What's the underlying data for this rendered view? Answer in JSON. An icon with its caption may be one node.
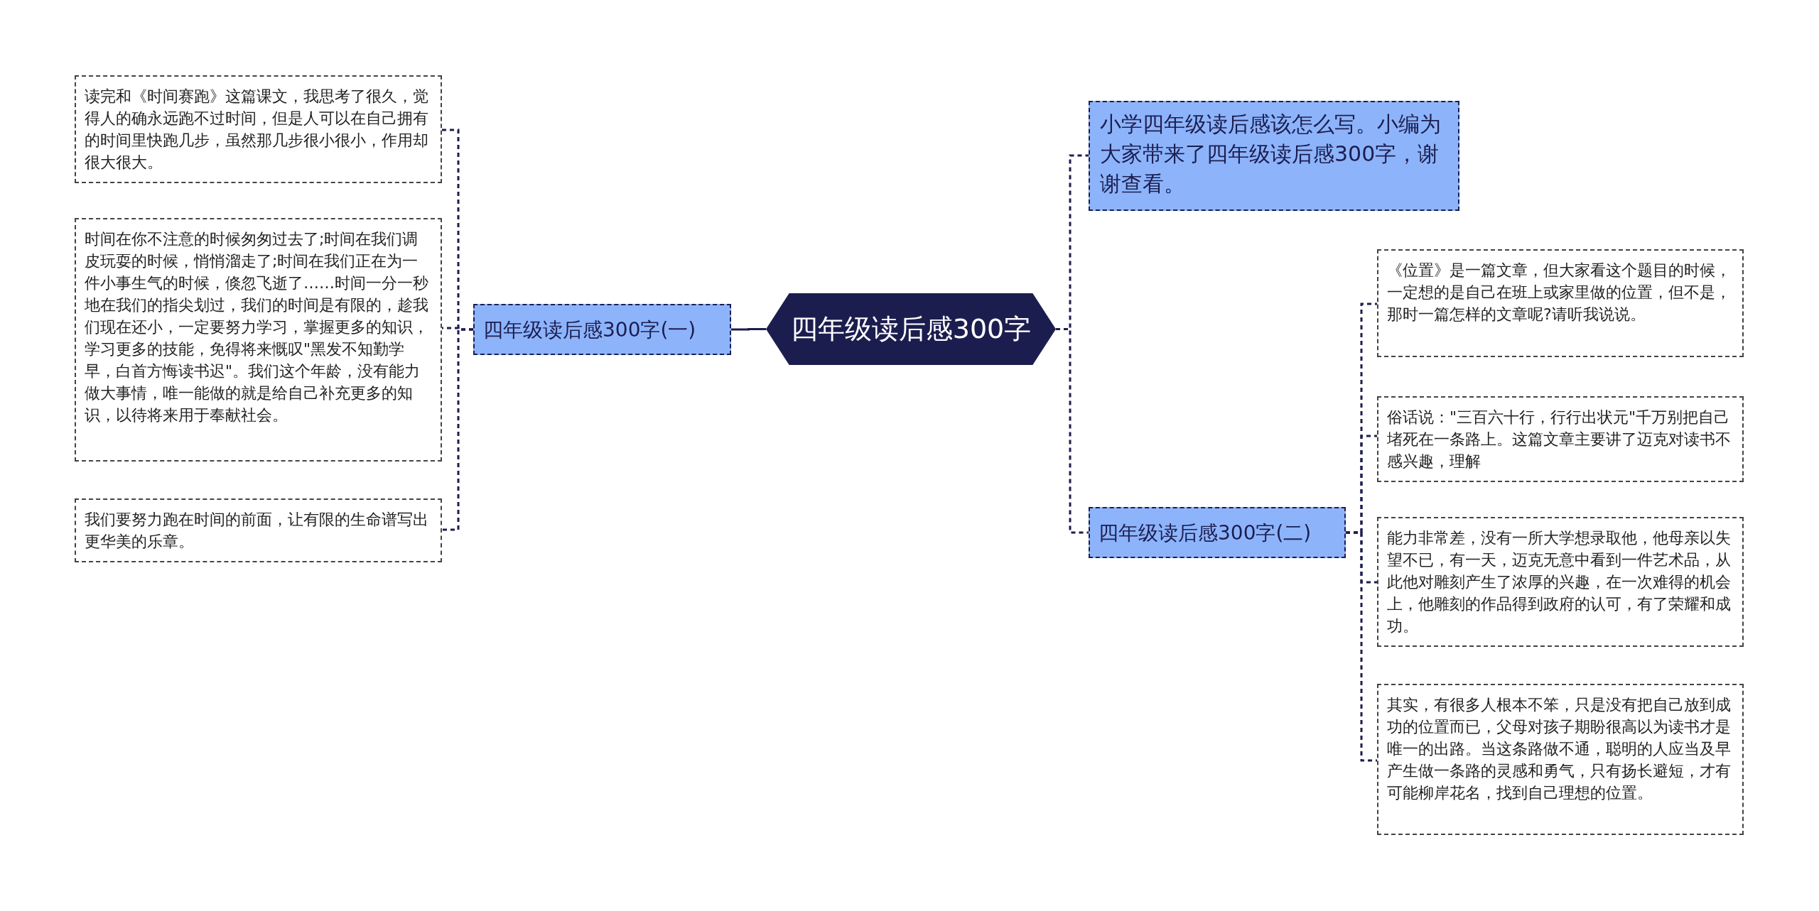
{
  "diagram": {
    "nodes": [
      {
        "text": [
          "四年级读后感300字"
        ]
      },
      {
        "text": [
          "四年级读后感300字(一)"
        ]
      },
      {
        "text": [
          "读完和《时间赛跑》这篇课文，我思考了很久，觉得人的确永远跑不过时间，但是人可以在自己拥有的时间里快跑几步，虽然那几步很小很小，作用却很大很大。"
        ]
      },
      {
        "text": [
          "时间在你不注意的时候匆匆过去了;时间在我们调皮玩耍的时候，悄悄溜走了;时间在我们正在为一件小事生气的时候，倏忽飞逝了……时间一分一秒地在我们的指尖划过，我们的时间是有限的，趁我们现在还小，一定要努力学习，掌握更多的知识，学习更多的技能，免得将来慨叹\"黑发不知勤学早，白首方悔读书迟\"。我们这个年龄，没有能力做大事情，唯一能做的就是给自己补充更多的知识，以待将来用于奉献社会。"
        ]
      },
      {
        "text": [
          "我们要努力跑在时间的前面，让有限的生命谱写出更华美的乐章。"
        ]
      },
      {
        "text": [
          "小学四年级读后感该怎么写。小编为大家带来了四年级读后感300字，谢谢查看。"
        ]
      },
      {
        "text": [
          "四年级读后感300字(二)"
        ]
      },
      {
        "text": [
          "《位置》是一篇文章，但大家看这个题目的时候，一定想的是自己在班上或家里做的位置，但不是，那时一篇怎样的文章呢?请听我说说。"
        ]
      },
      {
        "text": [
          "俗话说：\"三百六十行，行行出状元\"千万别把自己堵死在一条路上。这篇文章主要讲了迈克对读书不感兴趣，理解"
        ]
      },
      {
        "text": [
          "能力非常差，没有一所大学想录取他，他母亲以失望不已，有一天，迈克无意中看到一件艺术品，从此他对雕刻产生了浓厚的兴趣，在一次难得的机会上，他雕刻的作品得到政府的认可，有了荣耀和成功。"
        ]
      },
      {
        "text": [
          "其实，有很多人根本不笨，只是没有把自己放到成功的位置而已，父母对孩子期盼很高以为读书才是唯一的出路。当这条路做不通，聪明的人应当及早产生做一条路的灵感和勇气，只有扬长避短，才有可能柳岸花名，找到自己理想的位置。"
        ]
      }
    ],
    "edges": [
      {
        "from": 0,
        "to": 1,
        "arrow": "none"
      },
      {
        "from": 1,
        "to": 2,
        "arrow": "none",
        "style": "dashed"
      },
      {
        "from": 1,
        "to": 3,
        "arrow": "none",
        "style": "dashed"
      },
      {
        "from": 1,
        "to": 4,
        "arrow": "none",
        "style": "dashed"
      },
      {
        "from": 0,
        "to": 5,
        "arrow": "none",
        "style": "dashed"
      },
      {
        "from": 0,
        "to": 6,
        "arrow": "none",
        "style": "dashed"
      },
      {
        "from": 6,
        "to": 7,
        "arrow": "none",
        "style": "dashed"
      },
      {
        "from": 6,
        "to": 8,
        "arrow": "none",
        "style": "dashed"
      },
      {
        "from": 6,
        "to": 9,
        "arrow": "none",
        "style": "dashed"
      },
      {
        "from": 6,
        "to": 10,
        "arrow": "none",
        "style": "dashed"
      }
    ]
  }
}
